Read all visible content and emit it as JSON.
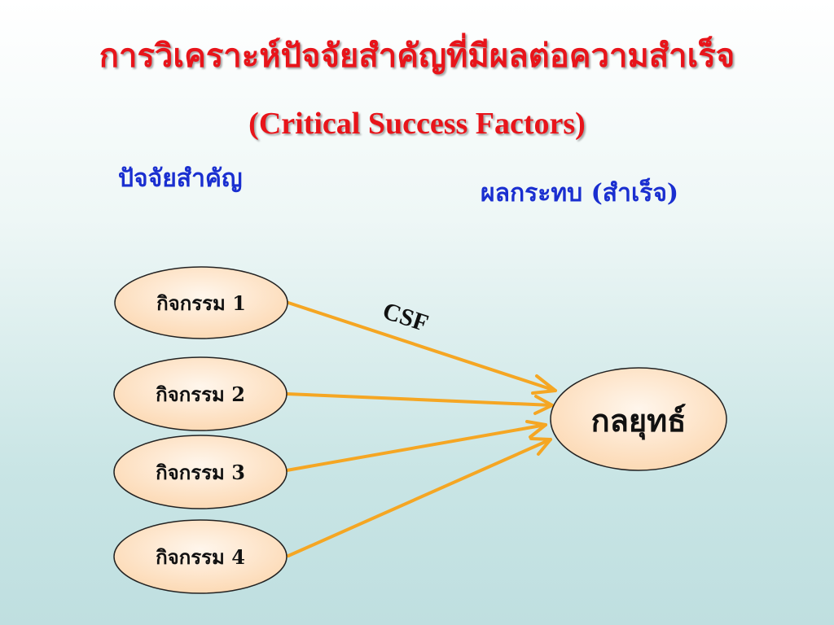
{
  "header": {
    "title_th": "การวิเคราะห์ปัจจัยสำคัญที่มีผลต่อความสำเร็จ",
    "title_en": "(Critical Success Factors)"
  },
  "labels": {
    "left": "ปัจจัยสำคัญ",
    "right": "ผลกระทบ (สำเร็จ)"
  },
  "diagram": {
    "activities": [
      "กิจกรรม 1",
      "กิจกรรม 2",
      "กิจกรรม 3",
      "กิจกรรม 4"
    ],
    "target": "กลยุทธ์",
    "arrow_label": "CSF"
  },
  "colors": {
    "title": "#e8141a",
    "label": "#1a2fd0",
    "arrow": "#f5a623",
    "node_fill": "#fde3c8",
    "node_stroke": "#222222"
  }
}
